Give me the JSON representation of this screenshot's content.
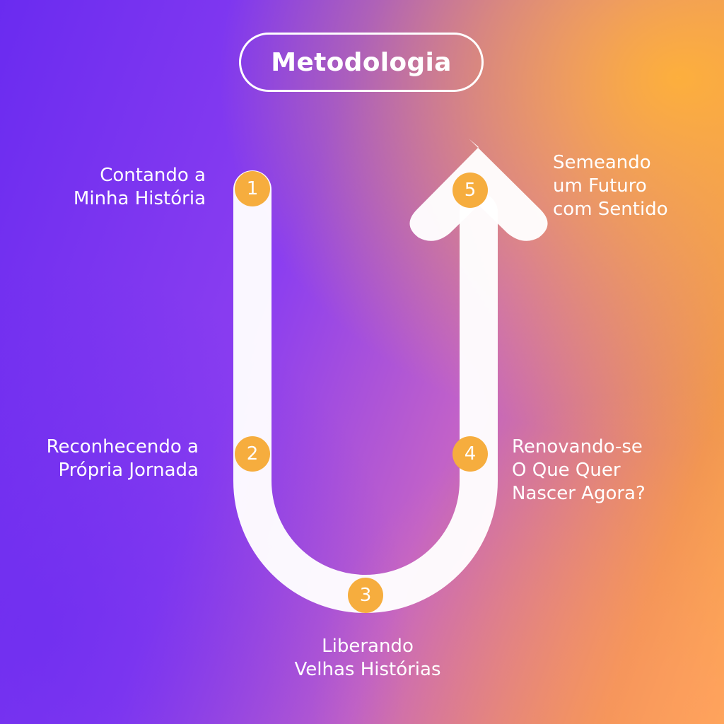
{
  "title": "Metodologia",
  "colors": {
    "path": "#ffffff",
    "badge": "#f6ad3e",
    "text": "#ffffff"
  },
  "steps": [
    {
      "number": "1",
      "lines": [
        "Contando a",
        "Minha História"
      ]
    },
    {
      "number": "2",
      "lines": [
        "Reconhecendo a",
        "Própria Jornada"
      ]
    },
    {
      "number": "3",
      "lines": [
        "Liberando",
        "Velhas Histórias"
      ]
    },
    {
      "number": "4",
      "lines": [
        "Renovando-se",
        "O Que Quer",
        "Nascer Agora?"
      ]
    },
    {
      "number": "5",
      "lines": [
        "Semeando",
        "um Futuro",
        "com Sentido"
      ]
    }
  ]
}
